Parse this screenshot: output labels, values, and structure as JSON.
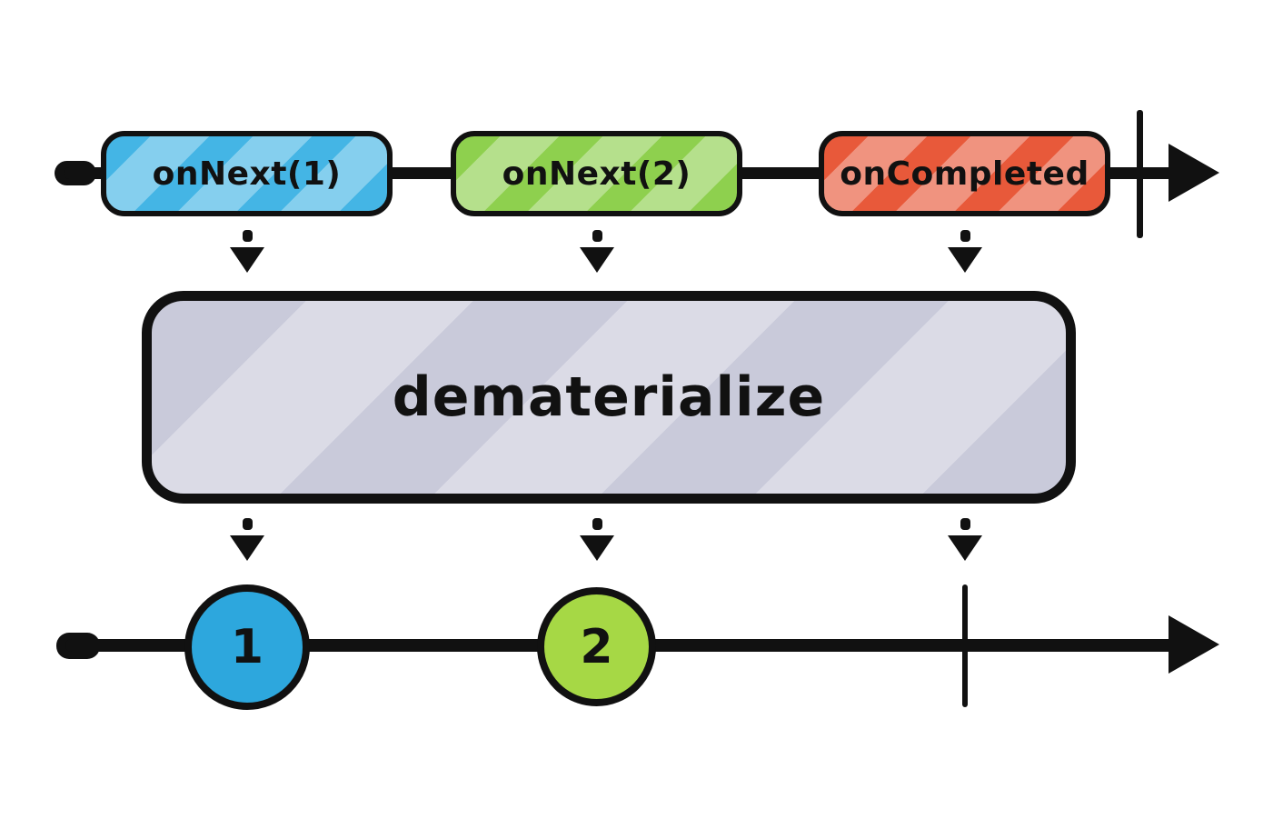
{
  "diagram": {
    "kind": "marble-diagram",
    "operator": {
      "label": "dematerialize",
      "fill": "#c9cada"
    },
    "source_timeline": {
      "events": [
        {
          "label": "onNext(1)",
          "fill": "#44b5e5"
        },
        {
          "label": "onNext(2)",
          "fill": "#8ed04e"
        },
        {
          "label": "onCompleted",
          "fill": "#e8593a"
        }
      ],
      "completed": true
    },
    "output_timeline": {
      "marbles": [
        {
          "label": "1",
          "fill": "#2da7dd"
        },
        {
          "label": "2",
          "fill": "#a6d845"
        }
      ],
      "completed": true
    },
    "colors": {
      "stroke": "#111111",
      "background": "#ffffff"
    }
  }
}
